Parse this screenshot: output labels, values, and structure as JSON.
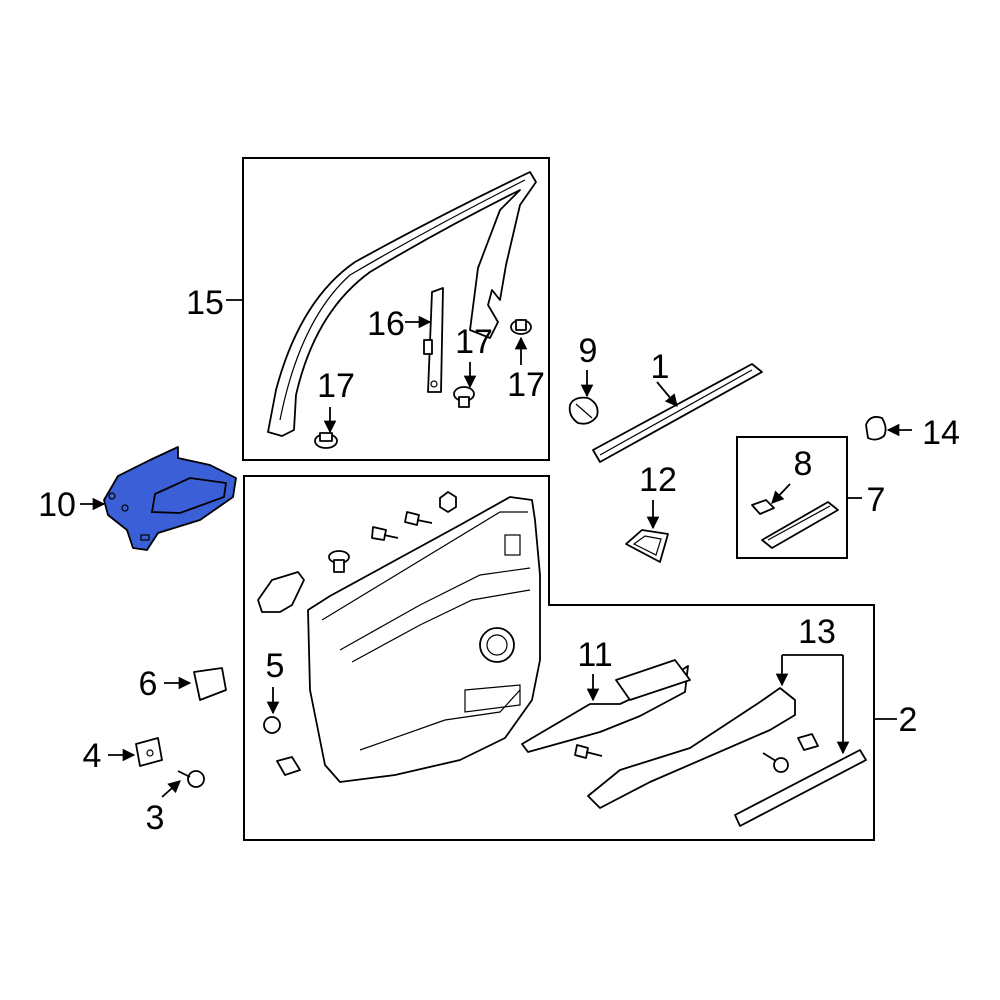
{
  "callouts": {
    "c1": "1",
    "c2": "2",
    "c3": "3",
    "c4": "4",
    "c5": "5",
    "c6": "6",
    "c7": "7",
    "c8": "8",
    "c9": "9",
    "c10": "10",
    "c11": "11",
    "c12": "12",
    "c13": "13",
    "c14": "14",
    "c15": "15",
    "c16": "16",
    "c17a": "17",
    "c17b": "17",
    "c17c": "17"
  },
  "colors": {
    "highlight": "#3a5fd6",
    "line": "#000000",
    "background": "#ffffff"
  }
}
